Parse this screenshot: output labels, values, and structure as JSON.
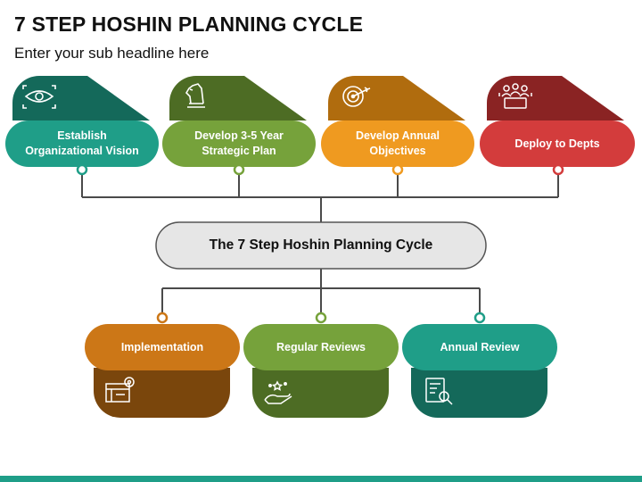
{
  "header": {
    "title": "7 STEP HOSHIN PLANNING CYCLE",
    "subtitle": "Enter your sub headline here"
  },
  "center": {
    "label": "The 7 Step Hoshin Planning Cycle"
  },
  "top_steps": [
    {
      "label": "Establish Organizational Vision",
      "icon": "eye-target-icon",
      "color": "#1f9e88",
      "dark_color": "#14695a"
    },
    {
      "label": "Develop 3-5 Year Strategic Plan",
      "icon": "chess-knight-icon",
      "color": "#76a23b",
      "dark_color": "#4d6c24"
    },
    {
      "label": "Develop Annual Objectives",
      "icon": "target-arrow-icon",
      "color": "#ef9a20",
      "dark_color": "#b06c0e"
    },
    {
      "label": "Deploy to Depts",
      "icon": "team-icon",
      "color": "#d33c3c",
      "dark_color": "#8a2323"
    }
  ],
  "bottom_steps": [
    {
      "label": "Implementation",
      "icon": "gear-plan-icon",
      "color": "#cc7717",
      "dark_color": "#7a460c"
    },
    {
      "label": "Regular Reviews",
      "icon": "hand-stars-icon",
      "color": "#76a23b",
      "dark_color": "#4d6c24"
    },
    {
      "label": "Annual Review",
      "icon": "document-search-icon",
      "color": "#1f9e88",
      "dark_color": "#14695a"
    }
  ],
  "colors": {
    "connector": "#4a4a4a",
    "center_fill": "#e6e6e6",
    "center_stroke": "#555555",
    "bottom_bar": "#1f9e88"
  }
}
